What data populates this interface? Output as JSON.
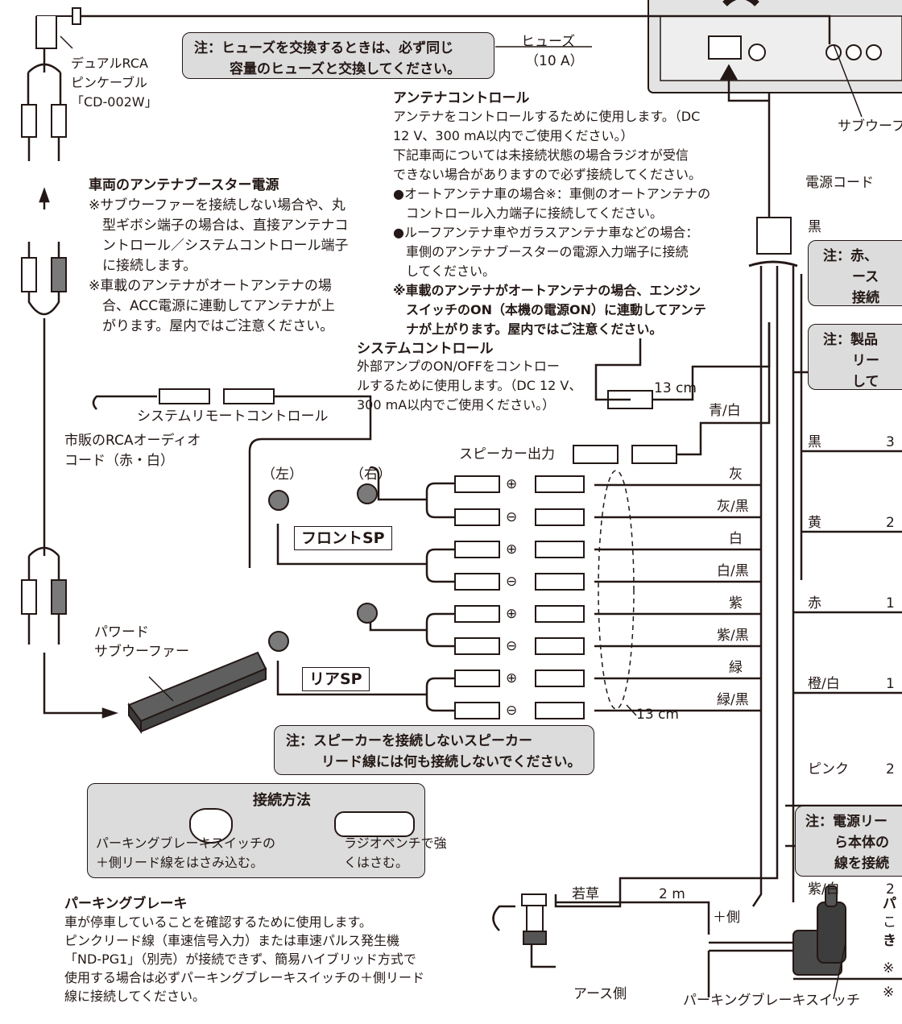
{
  "top_note": {
    "line1": "注：ヒューズを交換するときは、必ず同じ",
    "line2": "容量のヒューズと交換してください。"
  },
  "fuse": {
    "name": "ヒューズ",
    "value": "（10 A）"
  },
  "rca_cable": {
    "l1": "デュアルRCA",
    "l2": "ピンケーブル",
    "l3": "「CD-002W」"
  },
  "antenna_control": {
    "title": "アンテナコントロール",
    "lines": [
      "アンテナをコントロールするために使用します。（DC",
      "12 V、300 mA以内でご使用ください。）",
      "下記車両については未接続状態の場合ラジオが受信",
      "できない場合がありますので必ず接続してください。",
      "●オートアンテナ車の場合※：車側のオートアンテナの",
      "　コントロール入力端子に接続してください。",
      "●ルーフアンテナ車やガラスアンテナ車などの場合：",
      "　車側のアンテナブースターの電源入力端子に接続",
      "　してください。"
    ],
    "bold_lines": [
      "※車載のアンテナがオートアンテナの場合、エンジン",
      "　スイッチのON（本機の電源ON）に連動してアンテ",
      "　ナが上がります。屋内ではご注意ください。"
    ]
  },
  "booster": {
    "title": "車両のアンテナブースター電源",
    "lines": [
      "※サブウーファーを接続しない場合や、丸",
      "　型ギボシ端子の場合は、直接アンテナコ",
      "　ントロール／システムコントロール端子",
      "　に接続します。",
      "※車載のアンテナがオートアンテナの場",
      "　合、ACC電源に連動してアンテナが上",
      "　がります。屋内ではご注意ください。"
    ]
  },
  "subwoofer_label": "サブウーフ",
  "power_cord": "電源コード",
  "black": "黒",
  "right_notes": {
    "n1_l1": "注：赤、",
    "n1_l2": "ース",
    "n1_l3": "接続",
    "n2_l1": "注：製品",
    "n2_l2": "リー",
    "n2_l3": "して"
  },
  "system_control": {
    "title": "システムコントロール",
    "l1": "外部アンプのON/OFFをコントロー",
    "l2": "ルするために使用します。（DC 12 V、",
    "l3": "300 mA以内でご使用ください。）"
  },
  "len_13cm_top": "13 cm",
  "len_13cm_bottom": "13 cm",
  "blue_white": "青/白",
  "sys_remote": "システムリモートコントロール",
  "rca_audio": {
    "l1": "市販のRCAオーディオ",
    "l2": "コード（赤・白）"
  },
  "speaker_output": "スピーカー出力",
  "left": "（左）",
  "right": "（右）",
  "front_sp": "フロントSP",
  "rear_sp": "リアSP",
  "plus": "⊕",
  "minus": "⊖",
  "wire_colors": [
    "灰",
    "灰/黒",
    "白",
    "白/黒",
    "紫",
    "紫/黒",
    "緑",
    "緑/黒"
  ],
  "right_wires": [
    {
      "color": "黒",
      "num": "3"
    },
    {
      "color": "黄",
      "num": "2"
    },
    {
      "color": "赤",
      "num": "1"
    },
    {
      "color": "橙/白",
      "num": "1"
    },
    {
      "color": "ピンク",
      "num": "2"
    }
  ],
  "powered_sub": {
    "l1": "パワード",
    "l2": "サブウーファー"
  },
  "speaker_note": {
    "l1": "注：スピーカーを接続しないスピーカー",
    "l2": "リード線には何も接続しないでください。"
  },
  "connect_method": {
    "title": "接続方法",
    "step1_l1": "パーキングブレーキスイッチの",
    "step1_l2": "＋側リード線をはさみ込む。",
    "step2_l1": "ラジオペンチで強",
    "step2_l2": "くはさむ。"
  },
  "power_note": {
    "l1": "注：電源リー",
    "l2": "ら本体の",
    "l3": "線を接続"
  },
  "purple_white": {
    "color": "紫/白",
    "num": "2"
  },
  "parking": {
    "title": "パーキングブレーキ",
    "lines": [
      "車が停車していることを確認するために使用します。",
      "ピンクリード線（車速信号入力）または車速パルス発生機",
      "「ND-PG1」（別売）が接続できず、簡易ハイブリッド方式で",
      "使用する場合は必ずパーキングブレーキスイッチの＋側リード",
      "線に接続してください。"
    ]
  },
  "wakakusa": "若草",
  "len_2m": "2 m",
  "plus_side": "＋側",
  "ground_side": "アース側",
  "pb_switch": "パーキングブレーキスイッチ",
  "right_edge": {
    "l1": "パ",
    "l2": "こ",
    "l3": "き",
    "l4": "※",
    "l5": "※"
  }
}
